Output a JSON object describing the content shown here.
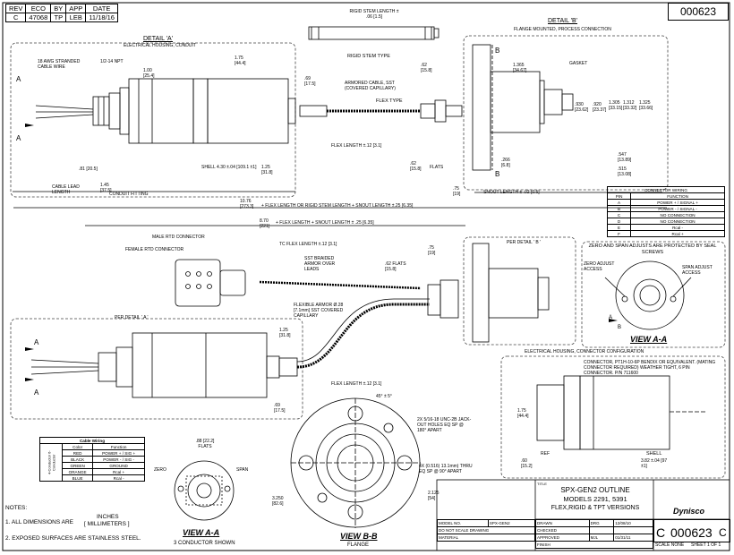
{
  "revision_table": {
    "headers": [
      "REV",
      "ECO",
      "BY",
      "APP",
      "DATE"
    ],
    "row": [
      "C",
      "47068",
      "TP",
      "LEB",
      "11/18/16"
    ]
  },
  "doc_number": "000623",
  "detail_a": {
    "title": "DETAIL 'A'",
    "subtitle": "ELECTRICAL HOUSING, CONDUIT",
    "wire": "18 AWG STRANDED CABLE WIRE",
    "npt": "1/2-14 NPT",
    "dim_100": "1.00 [25.4]",
    "dim_175": "1.75 [44.4]",
    "dim_69": ".69 [17.5]",
    "dim_81": ".81 [20.5]",
    "dim_145": "1.45 [37.5]",
    "dim_shell": "SHELL 4.30 ±.04 [109.1 ±1]",
    "dim_125": "1.25 [31.8]",
    "cable_lead": "CABLE LEAD LENGTH",
    "conduit_fitting": "CONDUIT FITTING",
    "section_a": "A"
  },
  "rigid": {
    "stem_length": "RIGID STEM LENGTH ± .06 [1.5]",
    "stem_type": "RIGID STEM TYPE",
    "dim_62": ".62 [15.8]",
    "armored": "ARMORED CABLE, SST (COVERED CAPILLARY)",
    "flex_type": "FLEX TYPE",
    "flex_len": "FLEX LENGTH ±.12 [3.1]",
    "flats": "FLATS",
    "dim_62b": ".62 [15.8]"
  },
  "detail_b": {
    "title": "DETAIL 'B'",
    "subtitle": "FLANGE MOUNTED, PROCESS CONNECTION",
    "gasket": "GASKET",
    "dim_1365": "1.365 [34.67]",
    "dim_930": ".930 [23.62]",
    "dim_1325": "1.325 [33.66]",
    "dim_1312": "1.312 [33.32]",
    "dim_920": ".920 [23.37]",
    "dim_1305": "1.305 [33.15]",
    "dim_547": ".547 [13.89]",
    "dim_515": ".515 [13.08]",
    "dim_266": ".266 [6.8]",
    "dim_75": ".75 [19]",
    "snout": "SNOUT LENGTH ± .02 [0.5]",
    "b": "B"
  },
  "overall": {
    "dim_1076": "10.76 [273.3]",
    "dim_1076_rest": "+ FLEX LENGTH OR RIGID STEM LENGTH + SNOUT LENGTH ±.25 [6.35]",
    "dim_870": "8.70 [221]",
    "dim_870_rest": "+ FLEX LENGTH + SNOUT LENGTH ± .25 [6.35]"
  },
  "connector_wiring": {
    "title": "CONNECTOR WIRING",
    "headers": [
      "PIN",
      "FUNCTION"
    ],
    "rows": [
      [
        "A",
        "POWER + / SIGNAL +"
      ],
      [
        "B",
        "POWER - / SIGNAL -"
      ],
      [
        "C",
        "NO CONNECTION"
      ],
      [
        "D",
        "NO CONNECTION"
      ],
      [
        "E",
        "Rcal -"
      ],
      [
        "F",
        "Rcal +"
      ]
    ]
  },
  "lower_view": {
    "male_rtd": "MALE RTD CONNECTOR",
    "female_rtd": "FEMALE RTD CONNECTOR",
    "tc_flex": "TC FLEX LENGTH ±.12 [3.1]",
    "sst_braided": "SST BRAIDED ARMOR OVER LEADS",
    "flats62": ".62 FLATS [15.8]",
    "flex_armor": "FLEXIBLE ARMOR Ø.28 [7.1mm] SST COVERED CAPILLARY",
    "per_detail_a": "PER DETAIL ' A '",
    "per_detail_b": "PER DETAIL ' B '",
    "dim_125": "1.25 [31.8]",
    "dim_69": ".69 [17.5]",
    "flex_len": "FLEX LENGTH ±.12 [3.1]",
    "dim_75": ".75 [19]",
    "a": "A"
  },
  "zero_span": {
    "title": "ZERO AND SPAN ADJUSTS ARE PROTECTED BY SEAL SCREWS",
    "zero": "ZERO ADJUST ACCESS",
    "span": "SPAN ADJUST ACCESS",
    "view": "VIEW A-A",
    "a": "A",
    "b": "B"
  },
  "connector_config": {
    "title": "ELECTRICAL HOUSING, CONNECTOR CONFIGURATION",
    "note": "CONNECTOR, PT1H-10-6P BENDIX OR EQUIVALENT. (MATING CONNECTOR REQUIRED) WEATHER TIGHT, 6 PIN CONNECTOR. P/N 711600",
    "dim_175": "1.75 [44.4]",
    "ref": "REF",
    "dim_60": ".60 [15.2]",
    "shell": "SHELL",
    "shell_dim": "3.82 ±.04 [97 ±1]"
  },
  "cable_wiring": {
    "title": "Cable Wiring",
    "headers": [
      "Color",
      "Function"
    ],
    "group1": "4-Conductor",
    "group2": "6-Conductor",
    "rows": [
      [
        "RED",
        "POWER + / SIG +"
      ],
      [
        "BLACK",
        "POWER - / SIG -"
      ],
      [
        "GREEN",
        "GROUND"
      ],
      [
        "ORANGE",
        "Rcal +"
      ],
      [
        "BLUE",
        "Rcal -"
      ]
    ]
  },
  "view_aa_bottom": {
    "title": "VIEW A-A",
    "subtitle": "3 CONDUCTOR SHOWN",
    "zero": "ZERO",
    "span": "SPAN",
    "flats": ".88 [22.2] FLATS"
  },
  "view_bb": {
    "title": "VIEW B-B",
    "subtitle": "FLANGE",
    "angle": "45° ± 5°",
    "jackout": "2X 5/16-18 UNC-2B JACK-OUT HOLES EQ SP @ 180° APART",
    "thru": "4X (0.516) 13.1mm) THRU EQ SP @ 90° APART",
    "dim_3250": "3.250 [82.6]",
    "dim_2125": "2.125 [54]"
  },
  "notes": {
    "title": "NOTES:",
    "n1a": "1. ALL DIMENSIONS ARE",
    "n1b": "INCHES",
    "n1c": "[ MILLIMETERS ]",
    "n2": "2. EXPOSED SURFACES ARE STAINLESS STEEL."
  },
  "title_block": {
    "title_label": "TITLE",
    "line1": "SPX-GEN2 OUTLINE",
    "line2": "MODELS 2291, 5391",
    "line3": "FLEX,RIGID & TPT VERSIONS",
    "company": "Dynisco",
    "model": "SPX-GEN2",
    "drawn_label": "DRAWN",
    "drawn": "DRG",
    "drawn_date": "12/08/10",
    "checked_label": "CHECKED",
    "approved_label": "APPROVED",
    "approved": "MJL",
    "approved_date": "01/31/11",
    "do_not_scale": "DO NOT SCALE DRAWING",
    "material_label": "MATERIAL",
    "finish_label": "FINISH",
    "size": "C",
    "dwg_no": "000623",
    "rev": "C",
    "scale": "SCALE  NONE",
    "sheet": "SHEET  1  OF  1",
    "model_label": "MODEL NO."
  }
}
